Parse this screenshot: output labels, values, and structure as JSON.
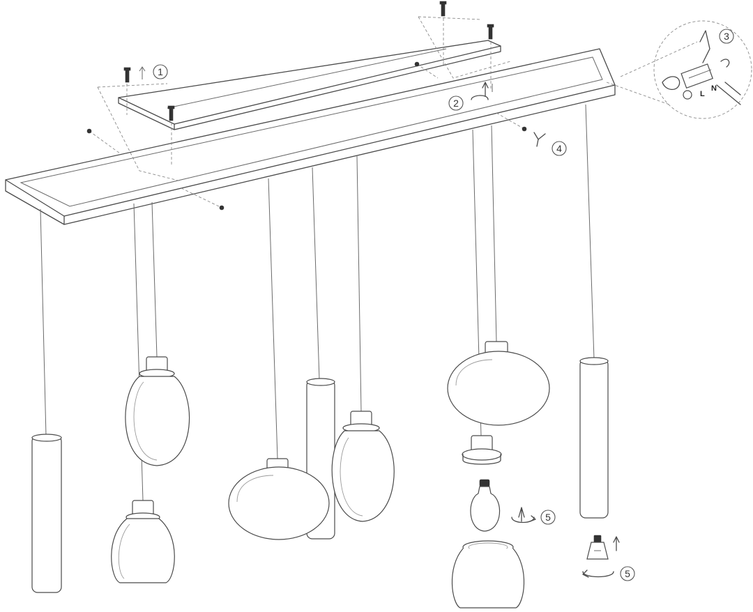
{
  "steps": [
    {
      "id": "step-1",
      "label": "1"
    },
    {
      "id": "step-2",
      "label": "2"
    },
    {
      "id": "step-3",
      "label": "3"
    },
    {
      "id": "step-4",
      "label": "4"
    },
    {
      "id": "step-5a",
      "label": "5"
    },
    {
      "id": "step-5b",
      "label": "5"
    }
  ],
  "wiring": {
    "live": "L",
    "neutral": "N"
  }
}
